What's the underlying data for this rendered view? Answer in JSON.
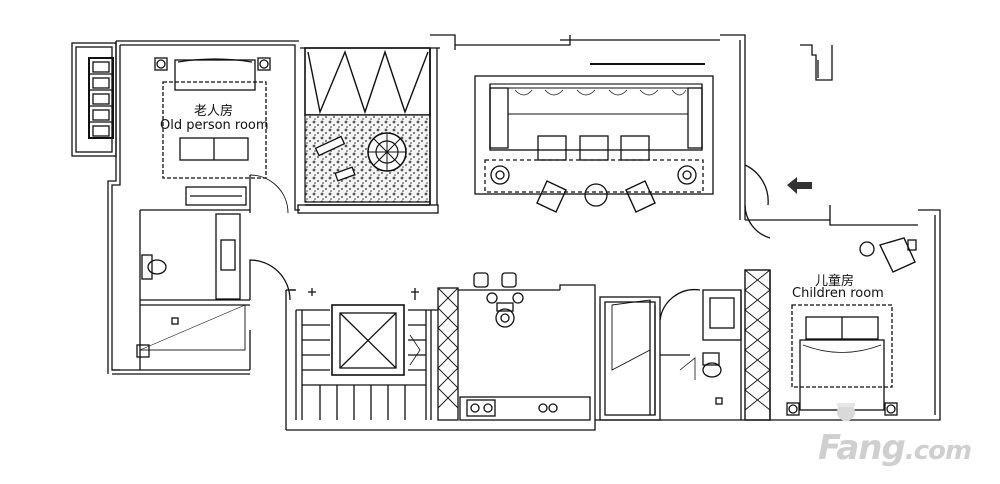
{
  "rooms": {
    "old_person": {
      "label_cn": "老人房",
      "label_en": "Old person room"
    },
    "children": {
      "label_cn": "儿童房",
      "label_en": "Children room"
    }
  },
  "watermark": {
    "brand": "Fang",
    "domain": ".com"
  },
  "colors": {
    "line": "#111111",
    "hatch": "#777777",
    "watermark": "#cfcfcf"
  }
}
